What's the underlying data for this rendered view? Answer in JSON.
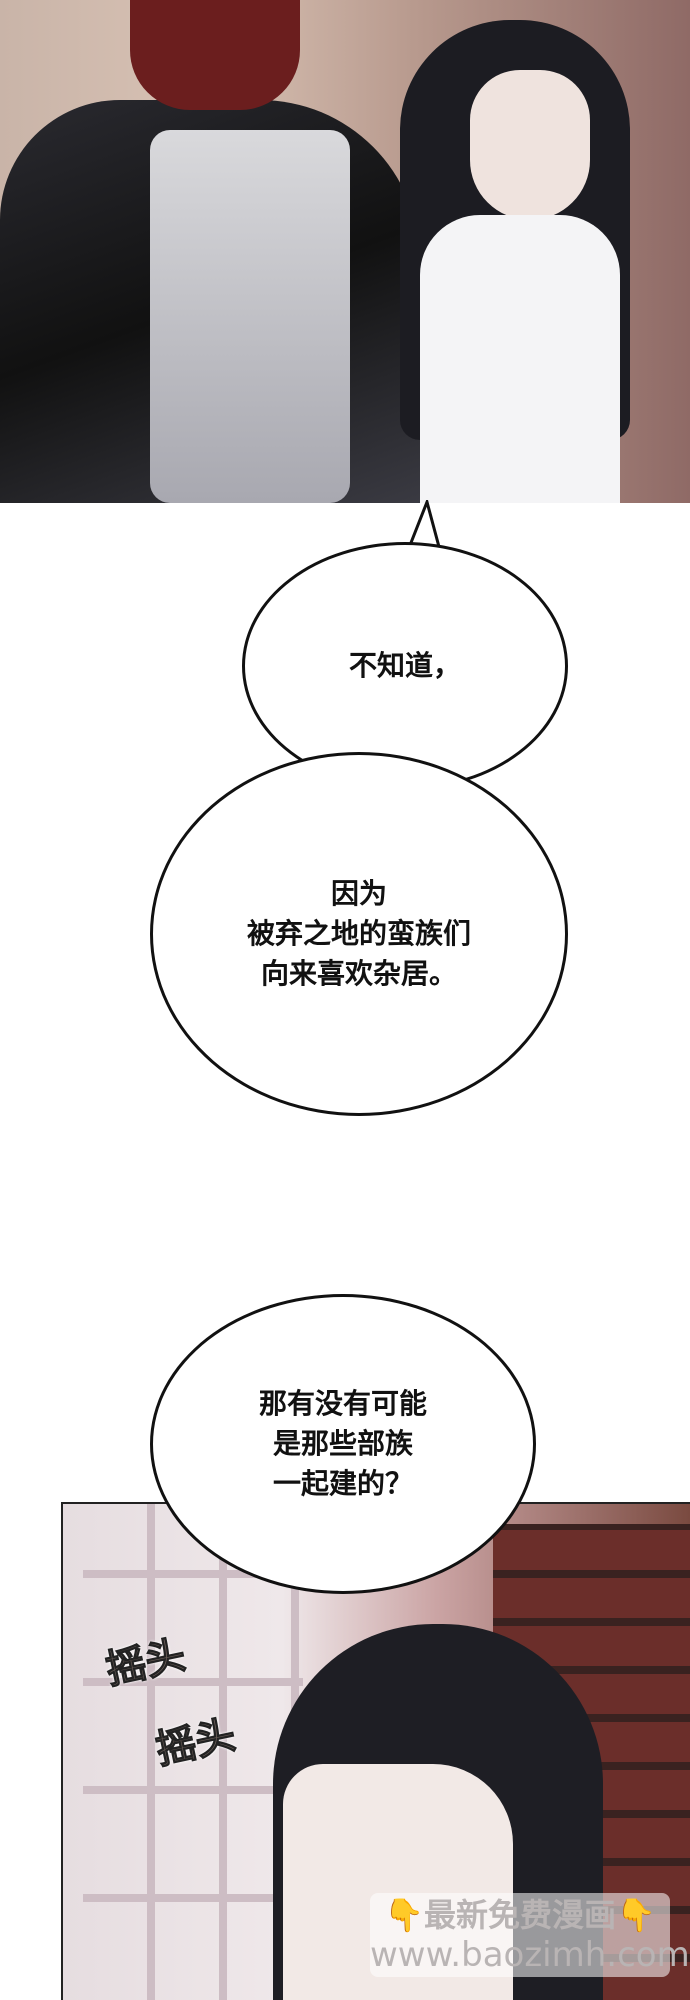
{
  "bubbles": [
    {
      "lines": [
        "不知道，"
      ]
    },
    {
      "lines": [
        "因为",
        "被弃之地的蛮族们",
        "向来喜欢杂居。"
      ]
    },
    {
      "lines": [
        "那有没有可能",
        "是那些部族",
        "一起建的？"
      ]
    }
  ],
  "sfx": [
    "摇头",
    "摇头"
  ],
  "watermark": {
    "line1": "最新免费漫画",
    "line2": "www.baozimh.com",
    "hand": "👇"
  }
}
